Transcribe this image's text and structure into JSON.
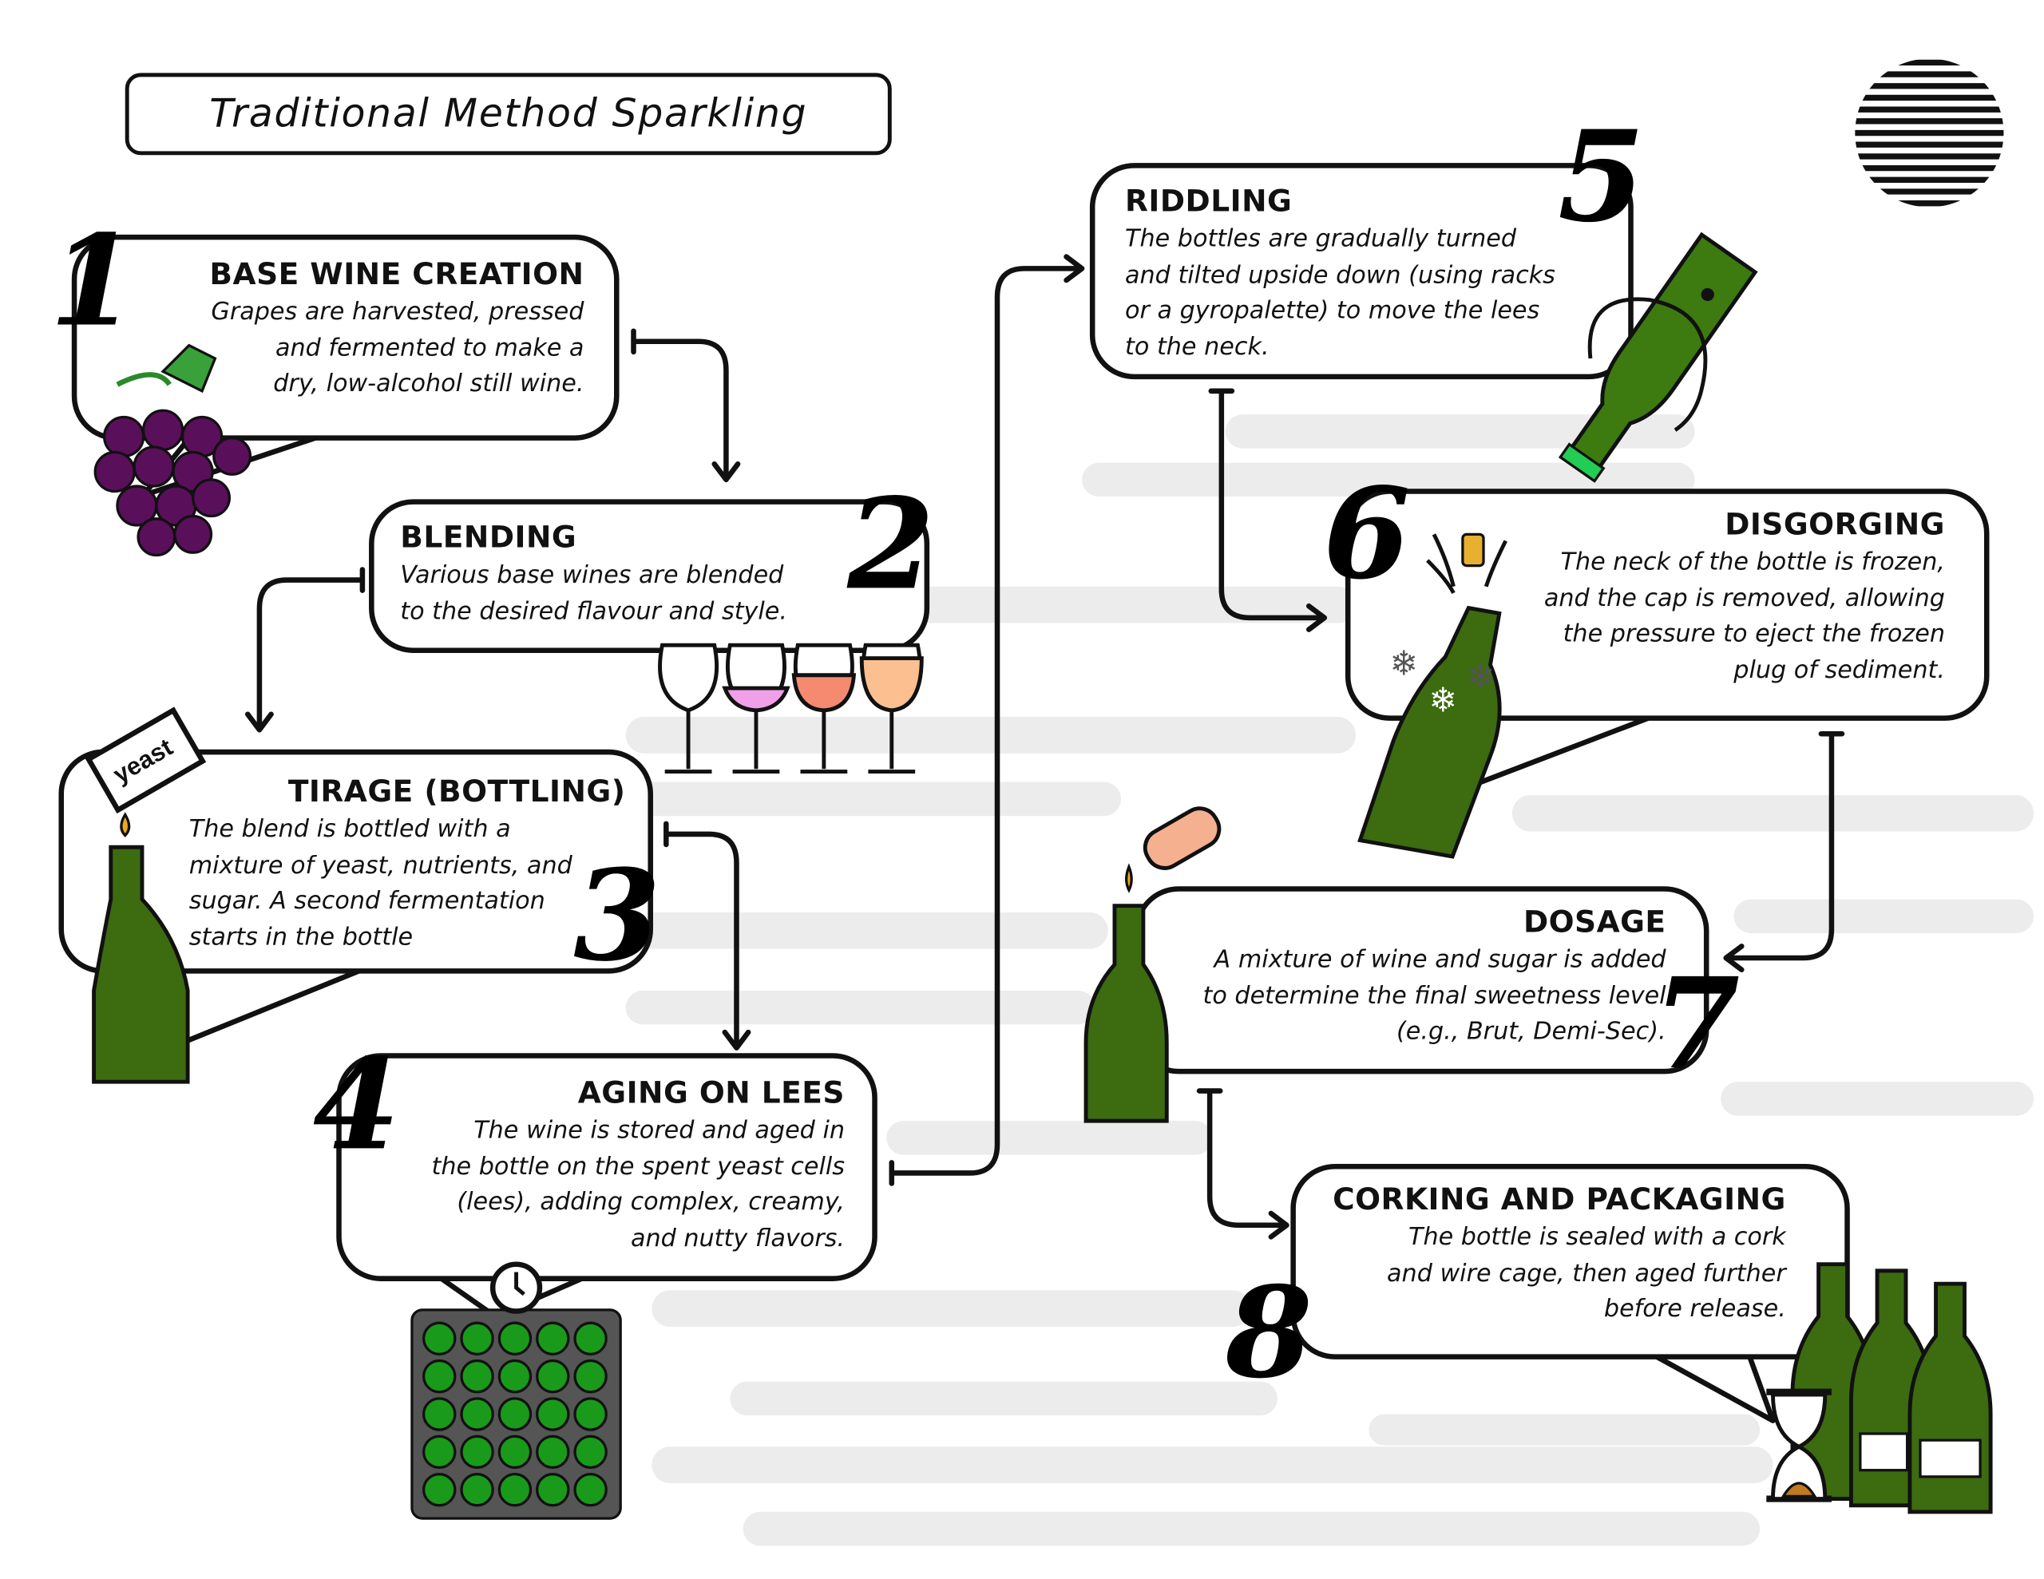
{
  "title": "Traditional Method Sparkling",
  "steps": [
    {
      "number": "1",
      "title": "BASE WINE CREATION",
      "lines": [
        "Grapes are harvested, pressed",
        "and fermented to make a",
        "dry, low-alcohol still wine."
      ]
    },
    {
      "number": "2",
      "title": "BLENDING",
      "lines": [
        "Various base wines are blended",
        "to the desired flavour and style."
      ]
    },
    {
      "number": "3",
      "title": "TIRAGE (BOTTLING)",
      "lines": [
        "The blend is bottled with a",
        "mixture of yeast, nutrients, and",
        "sugar. A second fermentation",
        "starts in the bottle"
      ]
    },
    {
      "number": "4",
      "title": "AGING ON LEES",
      "lines": [
        "The wine is stored and aged in",
        "the bottle on the spent yeast cells",
        "(lees), adding complex, creamy,",
        "and nutty flavors."
      ]
    },
    {
      "number": "5",
      "title": "RIDDLING",
      "lines": [
        "The bottles are gradually turned",
        "and tilted upside down (using racks",
        "or a gyropalette) to move the lees",
        "to the neck."
      ]
    },
    {
      "number": "6",
      "title": "DISGORGING",
      "lines": [
        "The neck of the bottle is frozen,",
        "and the cap is removed, allowing",
        "the pressure to eject the frozen",
        "plug of sediment."
      ]
    },
    {
      "number": "7",
      "title": "DOSAGE",
      "lines": [
        "A mixture of wine and sugar is added",
        "to determine the final sweetness level",
        "(e.g., Brut, Demi-Sec)."
      ]
    },
    {
      "number": "8",
      "title": "CORKING AND PACKAGING",
      "lines": [
        "The bottle is sealed with a cork",
        "and wire cage, then aged further",
        "before release."
      ]
    }
  ],
  "yeast_label": "yeast",
  "colors": {
    "bottle": "#3d6b10",
    "grape": "#5a0f5a",
    "brush": "#ececec",
    "line": "#111111"
  }
}
